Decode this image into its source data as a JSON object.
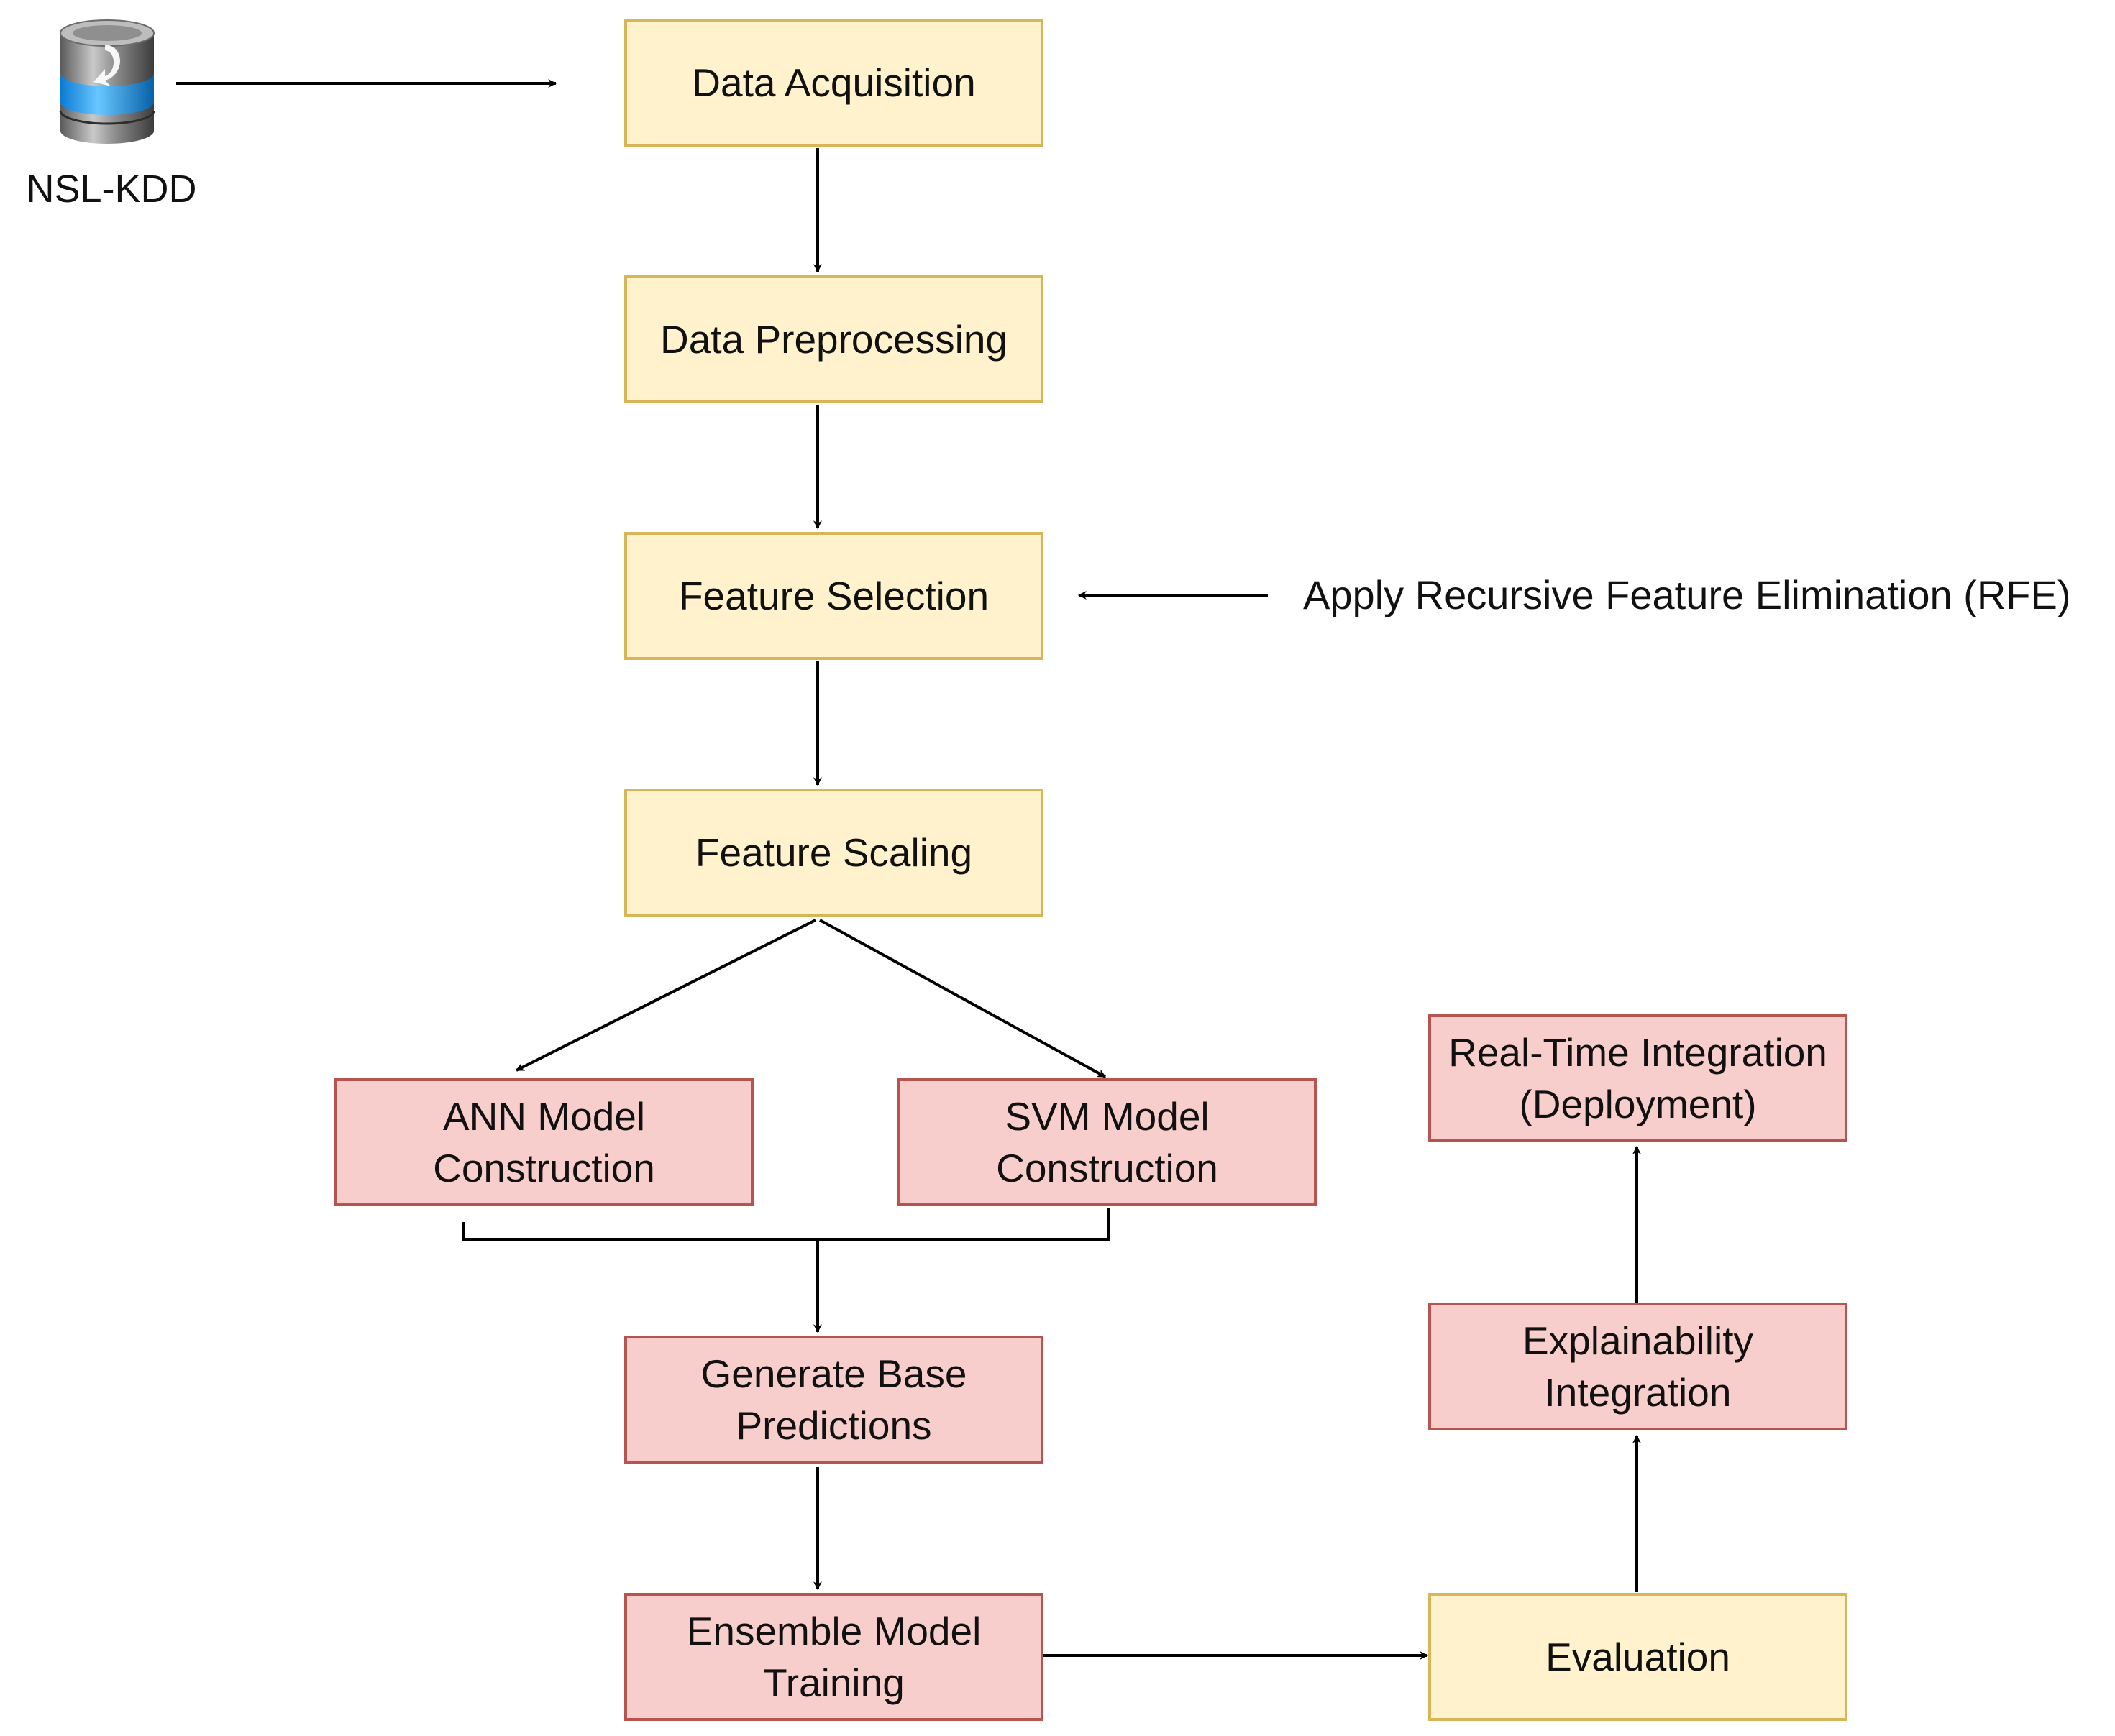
{
  "database": {
    "label": "NSL-KDD",
    "icon": "database-icon"
  },
  "note": "Apply Recursive Feature Elimination (RFE)",
  "nodes": {
    "data_acquisition": [
      "Data Acquisition"
    ],
    "data_preprocessing": [
      "Data Preprocessing"
    ],
    "feature_selection": [
      "Feature Selection"
    ],
    "feature_scaling": [
      "Feature Scaling"
    ],
    "ann_model": [
      "ANN Model",
      "Construction"
    ],
    "svm_model": [
      "SVM Model",
      "Construction"
    ],
    "base_predictions": [
      "Generate Base",
      "Predictions"
    ],
    "ensemble_training": [
      "Ensemble Model",
      "Training"
    ],
    "evaluation": [
      "Evaluation"
    ],
    "explainability": [
      "Explainability",
      "Integration"
    ],
    "deployment": [
      "Real-Time Integration",
      "(Deployment)"
    ]
  },
  "colors": {
    "yellow_fill": "#fff2cc",
    "yellow_border": "#d6b656",
    "red_fill": "#f8cecc",
    "red_border": "#b85450",
    "line": "#000000"
  },
  "edges": [
    [
      "database",
      "data_acquisition"
    ],
    [
      "data_acquisition",
      "data_preprocessing"
    ],
    [
      "data_preprocessing",
      "feature_selection"
    ],
    [
      "note",
      "feature_selection"
    ],
    [
      "feature_selection",
      "feature_scaling"
    ],
    [
      "feature_scaling",
      "ann_model"
    ],
    [
      "feature_scaling",
      "svm_model"
    ],
    [
      "ann_model",
      "base_predictions"
    ],
    [
      "svm_model",
      "base_predictions"
    ],
    [
      "base_predictions",
      "ensemble_training"
    ],
    [
      "ensemble_training",
      "evaluation"
    ],
    [
      "evaluation",
      "explainability"
    ],
    [
      "explainability",
      "deployment"
    ]
  ]
}
